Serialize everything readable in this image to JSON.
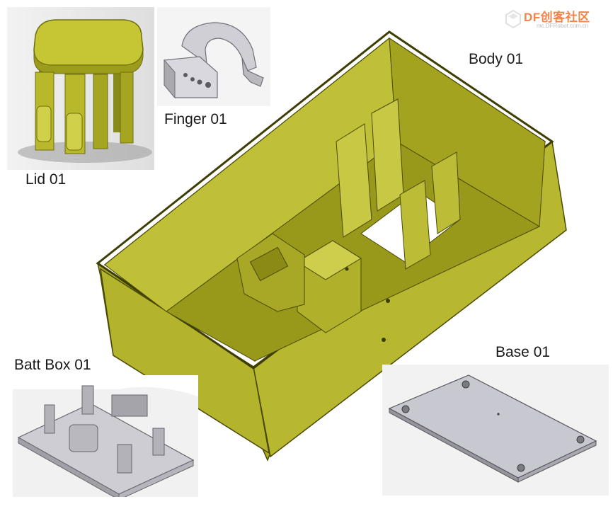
{
  "labels": {
    "body": "Body 01",
    "finger": "Finger 01",
    "lid": "Lid 01",
    "batt_box": "Batt Box 01",
    "base": "Base 01"
  },
  "watermark": {
    "brand": "DF创客社区",
    "url": "mc.DFRobot.com.cn"
  },
  "colors": {
    "part_yellow": "#b3b323",
    "part_yellow_dark": "#8d8d16",
    "part_yellow_light": "#cccc45",
    "gray_part": "#c9c9cf",
    "gray_part_dark": "#8e8e94",
    "brand_orange": "#f0844a"
  }
}
